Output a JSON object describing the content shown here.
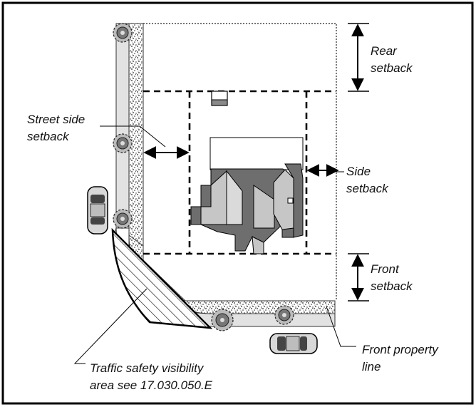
{
  "labels": {
    "rear_setback": [
      "Rear",
      "setback"
    ],
    "street_side_setback": [
      "Street side",
      "setback"
    ],
    "side_setback": [
      "Side",
      "setback"
    ],
    "front_setback": [
      "Front",
      "setback"
    ],
    "front_property_line": [
      "Front property",
      "line"
    ],
    "traffic_safety": [
      "Traffic safety visibility",
      "area see 17.030.050.E"
    ]
  },
  "colors": {
    "frame": "#000000",
    "roof_dark": "#707070",
    "roof_light": "#c8c8c8",
    "sidewalk": "#e4e4e4",
    "road": "#ffffff"
  },
  "icons": {
    "tree": "tree-icon",
    "car": "car-icon"
  }
}
